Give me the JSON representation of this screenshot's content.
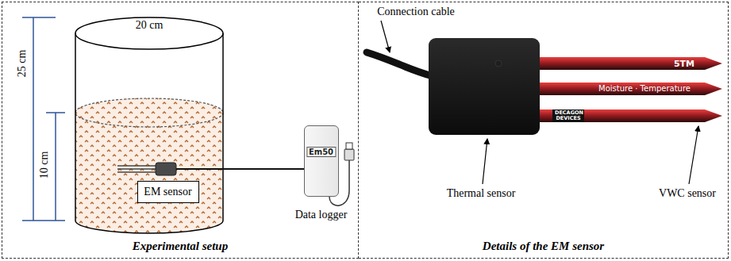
{
  "diagram": {
    "nodes": [
      {
        "text": [
          "Experimental setup"
        ]
      },
      {
        "text": [
          "EM sensor"
        ],
        "in": 0
      },
      {
        "text": [
          "Em50",
          "Data logger"
        ],
        "in": 0
      },
      {
        "text": [
          "Details of the EM sensor"
        ]
      }
    ],
    "labels": [
      "20 cm",
      "25 cm",
      "10 cm",
      "Connection cable",
      "5TM",
      "Moisture · Temperature",
      "DECAGON DEVICES",
      "Thermal sensor",
      "VWC sensor"
    ]
  }
}
